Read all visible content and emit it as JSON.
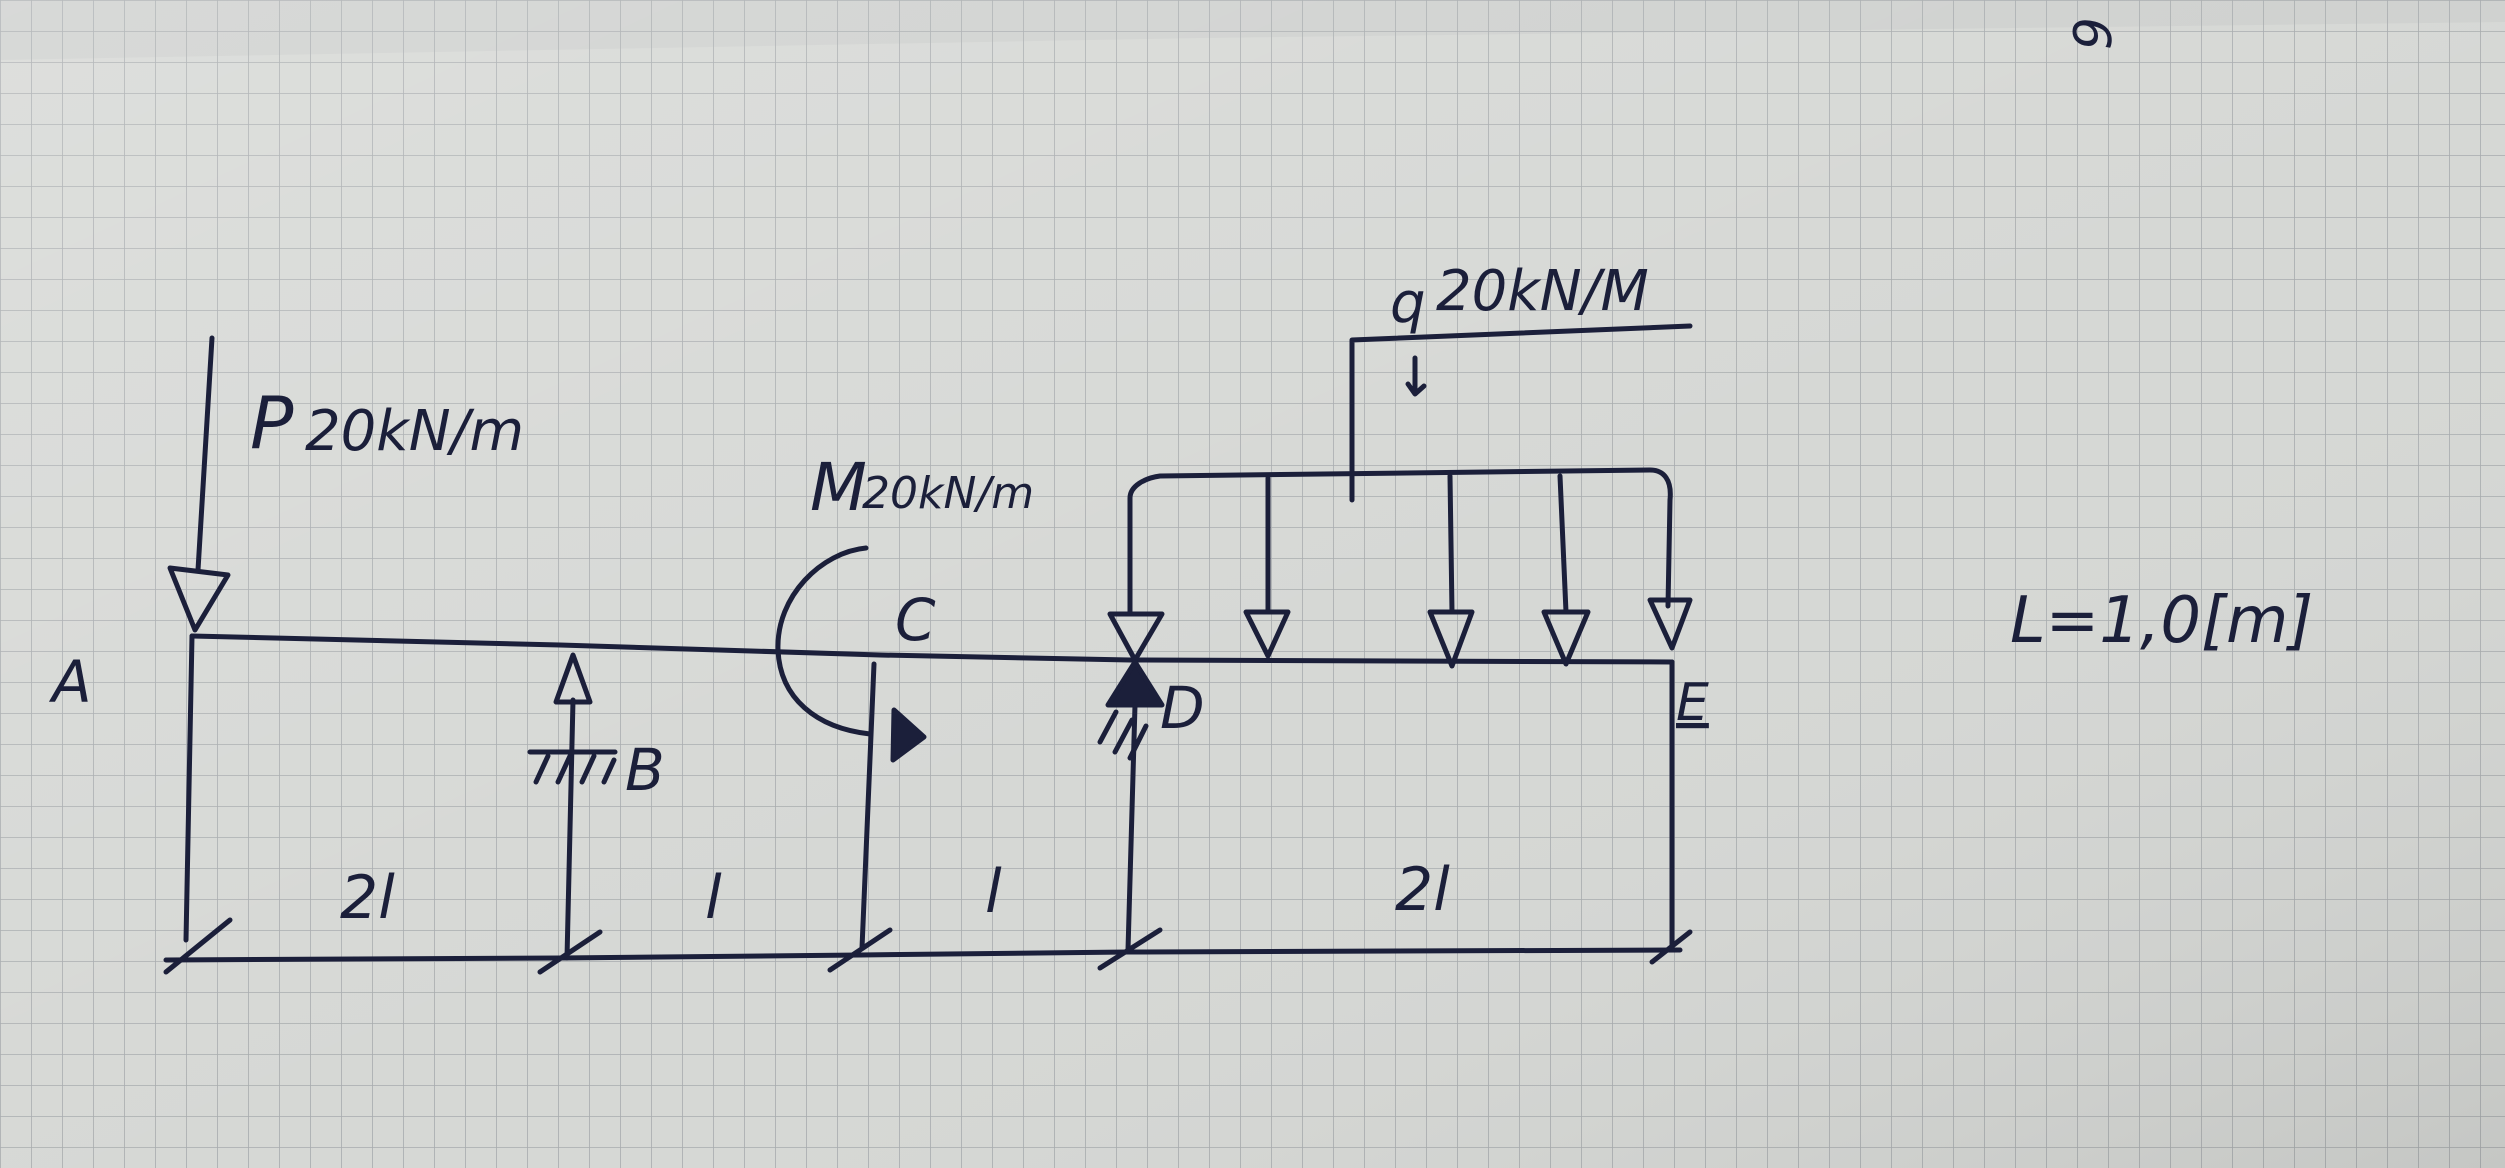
{
  "page_mark": "6",
  "point_labels": {
    "A": "A",
    "B": "B",
    "C": "C",
    "D": "D",
    "E": "E"
  },
  "loads": {
    "point_force": {
      "symbol": "P",
      "value": "20kN/m"
    },
    "moment": {
      "symbol": "M",
      "value": "20kN/m"
    },
    "distributed": {
      "symbol": "q",
      "value": "20kN/M"
    }
  },
  "dimensions": {
    "AB": "2l",
    "BC": "l",
    "CD": "l",
    "DE": "2l"
  },
  "given": "L=1,0[m]",
  "colors": {
    "ink": "#1b1f3a",
    "paper": "#d8dad7",
    "grid": "#a9adb0"
  }
}
